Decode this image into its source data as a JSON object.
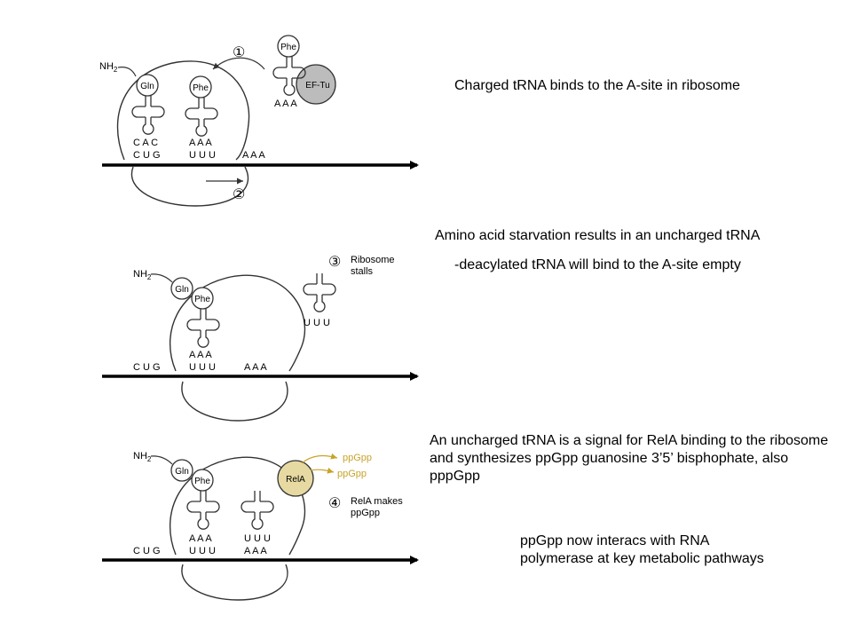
{
  "colors": {
    "line": "#333333",
    "arrow": "#000000",
    "ef_tu_fill": "#bcbcbc",
    "rela_fill": "#e7d9a2",
    "ppgpp_text": "#c9a32a"
  },
  "panel1": {
    "nh2": "NH",
    "nh2_sub": "2",
    "trna_left": "Gln",
    "trna_mid": "Phe",
    "trna_incoming": "Phe",
    "ef_tu": "EF-Tu",
    "step1": "①",
    "step2": "②",
    "incoming_anticodon": "A A A",
    "anticodon_left": "C A C",
    "anticodon_mid": "A A A",
    "codon_left": "C U G",
    "codon_mid": "U U U",
    "codon_next": "A A A"
  },
  "panel2": {
    "nh2": "NH",
    "nh2_sub": "2",
    "trna_left": "Gln",
    "trna_mid": "Phe",
    "step3": "③",
    "step3_line1": "Ribosome",
    "step3_line2": "stalls",
    "uncharged_anticodon": "U U U",
    "anticodon_mid": "A A A",
    "codon_left": "C U G",
    "codon_mid": "U U U",
    "codon_next": "A A A"
  },
  "panel3": {
    "nh2": "NH",
    "nh2_sub": "2",
    "trna_left": "Gln",
    "trna_mid": "Phe",
    "rela": "RelA",
    "ppgpp_1": "ppGpp",
    "ppgpp_2": "ppGpp",
    "step4": "④",
    "step4_line1": "RelA makes",
    "step4_line2": "ppGpp",
    "anticodon_mid": "A A A",
    "anticodon_right": "U U U",
    "codon_left": "C U G",
    "codon_mid": "U U U",
    "codon_next": "A A A"
  },
  "captions": {
    "a": "Charged tRNA binds to the A-site in ribosome",
    "b1": "Amino acid starvation results in an uncharged tRNA",
    "b2": "-deacylated tRNA will bind to the A-site empty",
    "c": "An uncharged tRNA is a signal for RelA binding to the ribosome and synthesizes ppGpp guanosine 3’5’ bisphophate, also pppGpp",
    "d": "ppGpp now interacs with RNA polymerase at key metabolic pathways"
  }
}
